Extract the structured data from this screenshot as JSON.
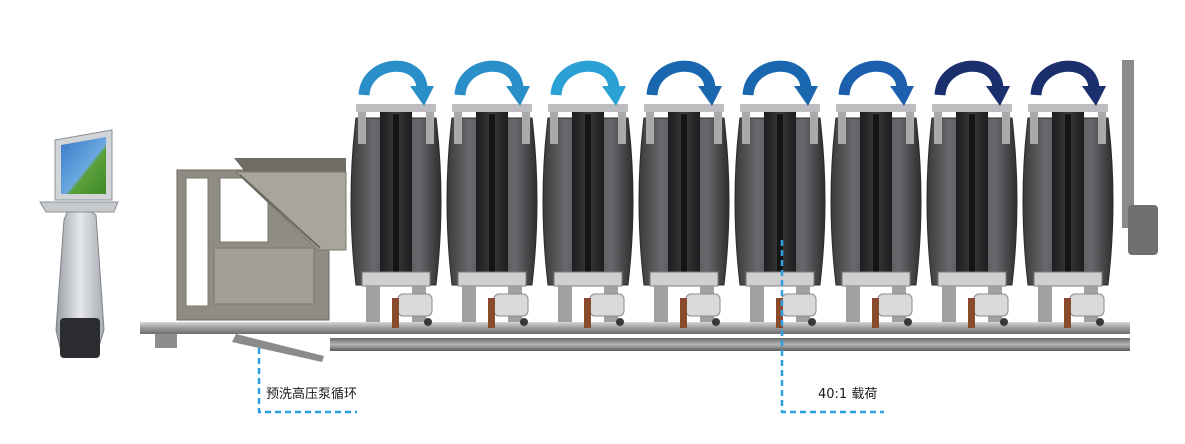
{
  "labels": {
    "prewash": "预洗高压泵循环",
    "load_ratio": "40:1 载荷"
  },
  "drum_count": 8,
  "rotation_arrow_colors": [
    "#2a8fc9",
    "#2a8fc9",
    "#2ba0d4",
    "#1a67b0",
    "#1a67b0",
    "#1c5fae",
    "#1b2f6e",
    "#1b2f6e"
  ],
  "callout_line_color": "#2f9fe0",
  "icons": {
    "kiosk": "touchscreen-kiosk-icon",
    "rotation": "rotation-arrow-icon"
  }
}
